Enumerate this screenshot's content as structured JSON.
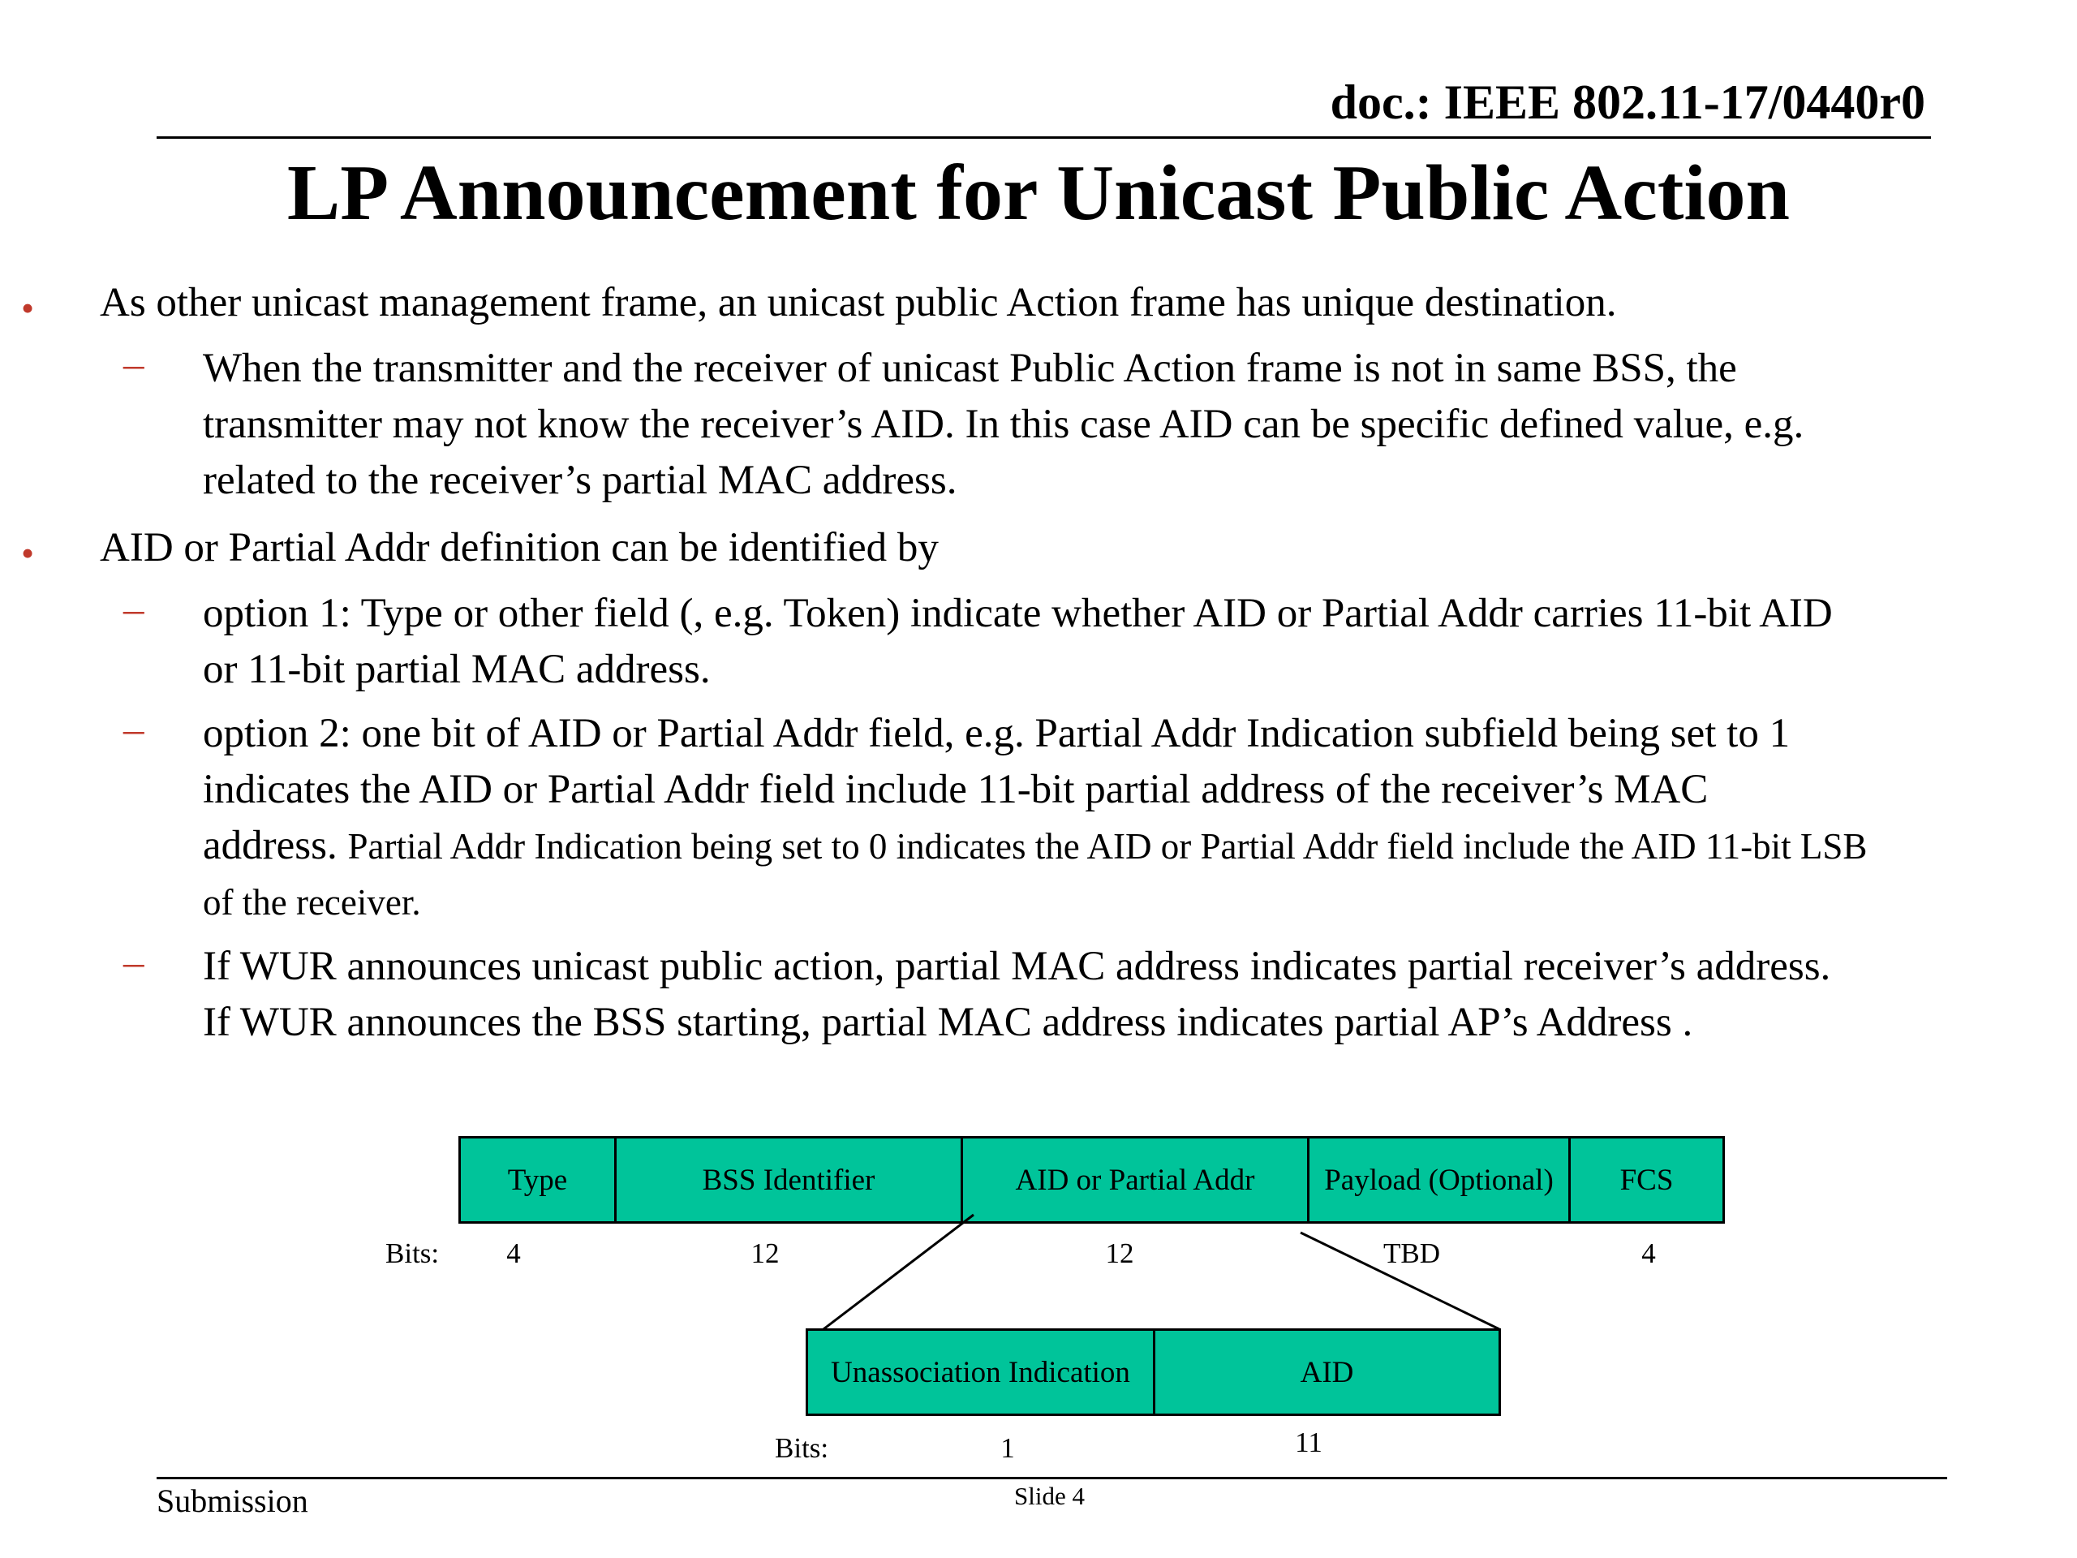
{
  "header": {
    "doc_id": "doc.: IEEE 802.11-17/0440r0",
    "title": "LP Announcement for Unicast Public Action"
  },
  "body": {
    "bullet_marker": "•",
    "dash_marker": "–",
    "b1": "As other unicast management frame,  an unicast public Action frame has unique destination.",
    "b1_sub1": [
      "When the transmitter and the receiver of unicast Public Action frame is not in same BSS, the",
      "transmitter may not know the receiver’s AID. In this case AID can be specific defined value, e.g.",
      "related to the receiver’s partial MAC address."
    ],
    "b2": "AID or Partial Addr definition can be identified by",
    "b2_sub1": [
      "option 1: Type or other field (, e.g. Token) indicate whether AID or Partial Addr carries 11-bit AID",
      "or 11-bit partial MAC address."
    ],
    "b2_sub2": [
      "option 2: one bit of AID or Partial Addr field, e.g. Partial Addr Indication subfield being set to 1",
      "indicates the AID or Partial Addr field include 11-bit partial address of the receiver’s MAC",
      "address.",
      "Partial Addr Indication being set to 0 indicates the AID or Partial Addr field include the AID 11-bit LSB",
      "of the receiver."
    ],
    "b2_sub3": [
      "If WUR announces unicast public action, partial MAC address indicates partial receiver’s address.",
      "If WUR announces the BSS starting, partial MAC address indicates partial AP’s Address ."
    ]
  },
  "diagram": {
    "bits_label": "Bits:",
    "frame_fields": [
      {
        "name": "Type",
        "bits": "4"
      },
      {
        "name": "BSS Identifier",
        "bits": "12"
      },
      {
        "name": "AID or Partial Addr",
        "bits": "12"
      },
      {
        "name": "Payload (Optional)",
        "bits": "TBD"
      },
      {
        "name": "FCS",
        "bits": "4"
      }
    ],
    "sub_fields": [
      {
        "name": "Unassociation Indication",
        "bits": "1"
      },
      {
        "name": "AID",
        "bits": "11"
      }
    ],
    "colors": {
      "field_fill": "#00c49a",
      "accent": "#c0392b"
    }
  },
  "footer": {
    "left": "Submission",
    "center": "Slide 4"
  }
}
